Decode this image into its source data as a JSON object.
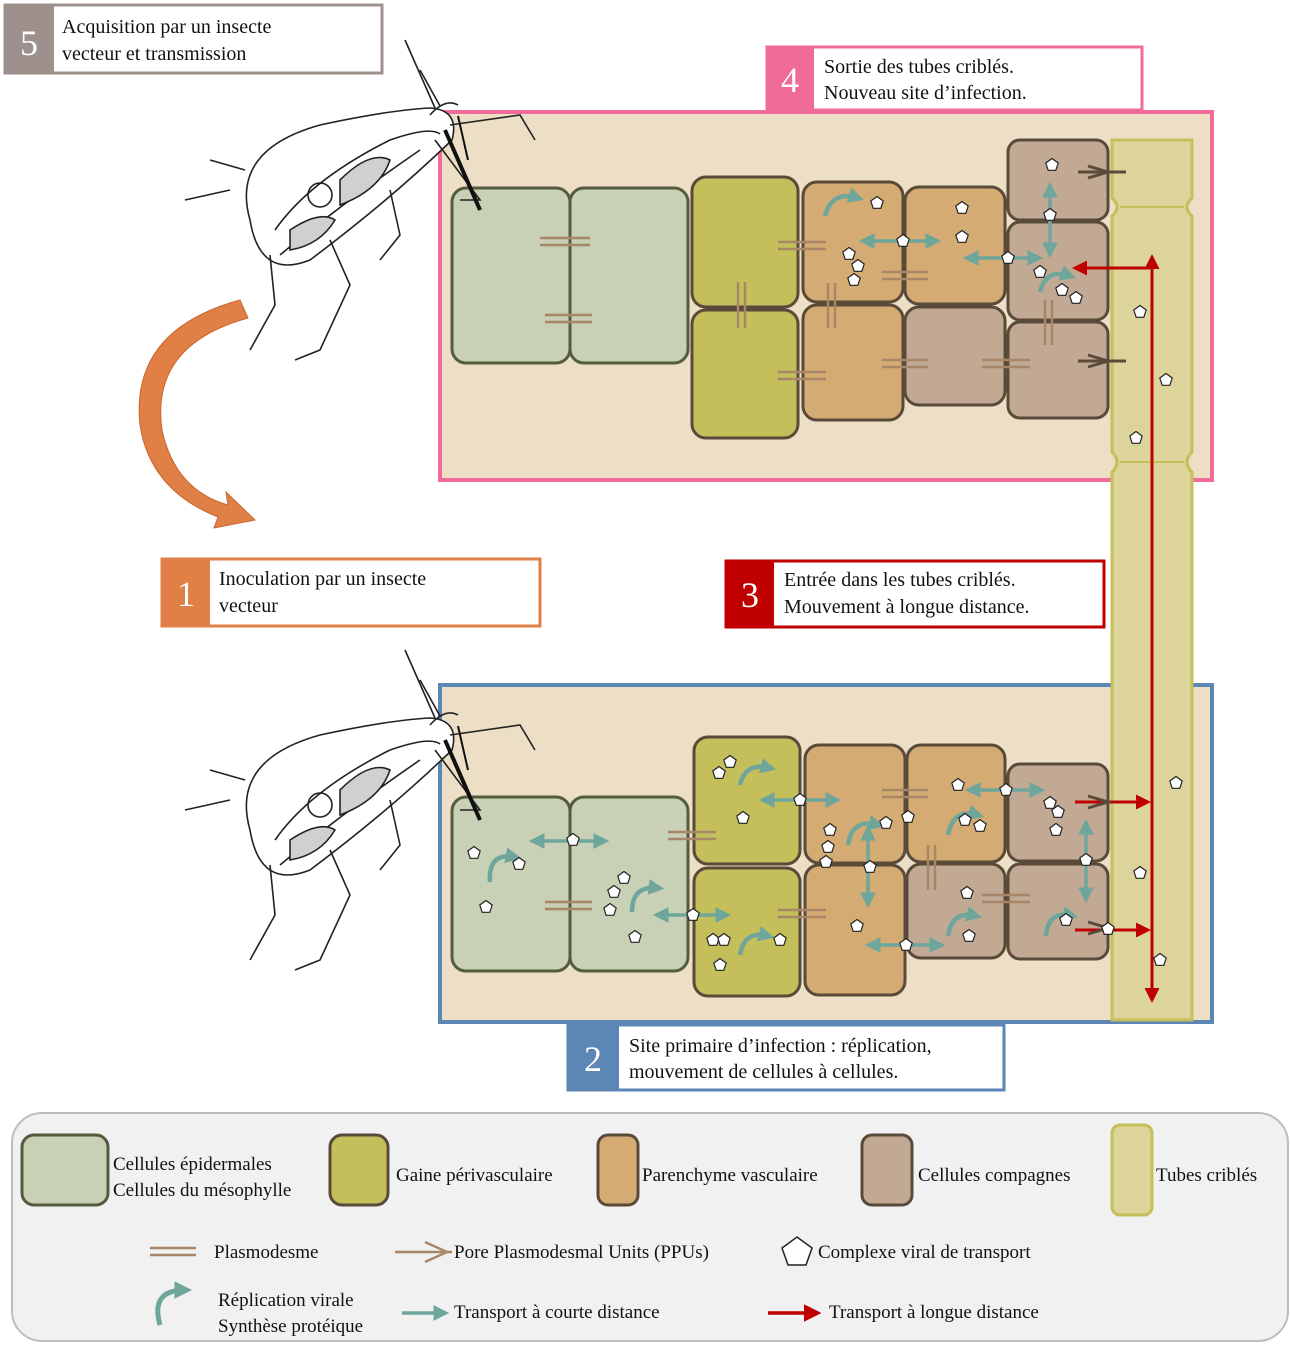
{
  "steps": {
    "s1": {
      "number": "1",
      "line1": "Inoculation par un insecte",
      "line2": "vecteur",
      "color": "#e07f46"
    },
    "s2": {
      "number": "2",
      "line1": "Site primaire d’infection : réplication,",
      "line2": "mouvement de cellules à cellules.",
      "color": "#5b86b5"
    },
    "s3": {
      "number": "3",
      "line1": "Entrée dans les tubes criblés.",
      "line2": "Mouvement à longue distance.",
      "color": "#c00000"
    },
    "s4": {
      "number": "4",
      "line1": "Sortie des tubes criblés.",
      "line2": "Nouveau site d’infection.",
      "color": "#f06b9a"
    },
    "s5": {
      "number": "5",
      "line1": "Acquisition par un insecte",
      "line2": "vecteur et transmission",
      "color": "#9e918d"
    }
  },
  "legend": {
    "epidermal": {
      "line1": "Cellules épidermales",
      "line2": "Cellules du mésophylle"
    },
    "sheath": "Gaine périvasculaire",
    "parenchyma": "Parenchyme vasculaire",
    "companion": "Cellules compagnes",
    "sieve": "Tubes criblés",
    "plasmodesma": "Plasmodesme",
    "ppu": "Pore Plasmodesmal Units (PPUs)",
    "complex": "Complexe viral de transport",
    "replication": {
      "line1": "Réplication virale",
      "line2": "Synthèse protéique"
    },
    "short_transport": "Transport à courte distance",
    "long_transport": "Transport à longue distance"
  },
  "colors": {
    "epidermal": "#c8d0b6",
    "sheath": "#c4bf5a",
    "parenchyma": "#d4ab72",
    "companion": "#c1a993",
    "sieve": "#dcd49a",
    "tissue": "#ecdfc5",
    "cell_border": "#5a4a3a",
    "short_arrow": "#6ea69b",
    "long_arrow": "#c00000",
    "pd": "#a88668",
    "ppu": "#5a4a3a",
    "curve_arrow": "#e07f46"
  },
  "icons": {
    "insect": "aphid-vector-icon",
    "replication": "curved-arrow-icon",
    "complex": "pentagon-icon"
  }
}
